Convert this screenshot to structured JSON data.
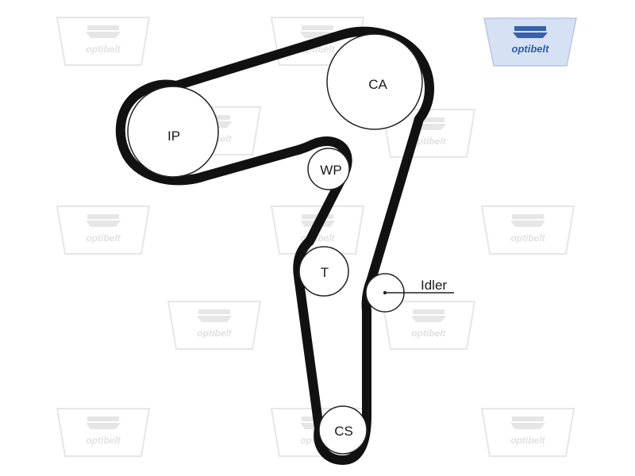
{
  "brand": {
    "name": "optibelt",
    "logo_color": "#2f5fa8",
    "logo_bg": "#c9d7ee"
  },
  "colors": {
    "belt": "#111111",
    "pulley_stroke": "#222222",
    "watermark": "#e4e4e4"
  },
  "pulleys": {
    "ip": "IP",
    "ca": "CA",
    "wp": "WP",
    "t": "T",
    "idler": "Idler",
    "cs": "CS"
  }
}
